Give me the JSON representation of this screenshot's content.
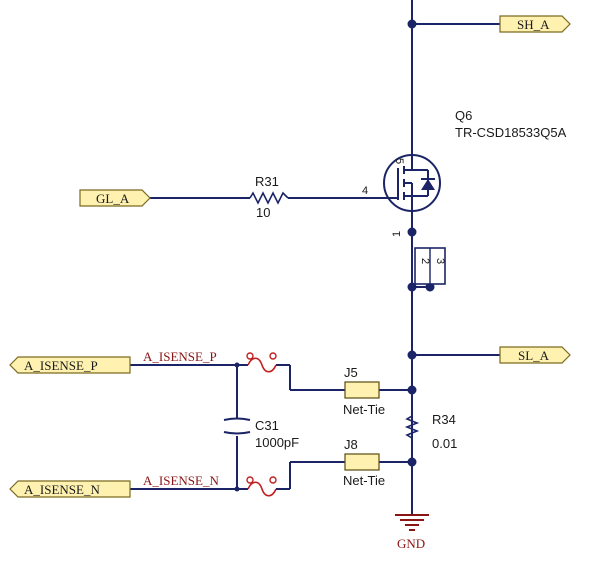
{
  "ports": {
    "sh": "SH_A",
    "gl": "GL_A",
    "sl": "SL_A",
    "isense_p": "A_ISENSE_P",
    "isense_n": "A_ISENSE_N"
  },
  "nets": {
    "p": "A_ISENSE_P",
    "n": "A_ISENSE_N"
  },
  "q6": {
    "ref": "Q6",
    "value": "TR-CSD18533Q5A",
    "pin_gate": "4",
    "pin_5": "5",
    "pin_1": "1",
    "pin_2": "2",
    "pin_3": "3"
  },
  "r31": {
    "ref": "R31",
    "value": "10"
  },
  "r34": {
    "ref": "R34",
    "value": "0.01"
  },
  "c31": {
    "ref": "C31",
    "value": "1000pF"
  },
  "j5": {
    "ref": "J5",
    "value": "Net-Tie"
  },
  "j8": {
    "ref": "J8",
    "value": "Net-Tie"
  },
  "gnd": {
    "label": "GND"
  },
  "colors": {
    "wire": "#1a2466",
    "port_fill": "#fff2b0",
    "net_label": "#8a1515",
    "net_tie_symbol": "#c02020"
  }
}
